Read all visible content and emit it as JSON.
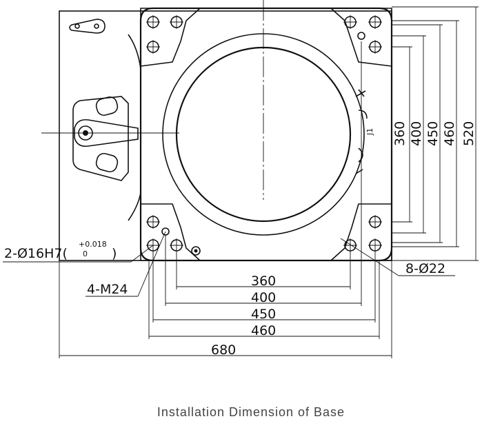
{
  "caption": "Installation Dimension of Base",
  "annotations": {
    "pin_holes": "2-Ø16H7(",
    "tol_upper": "+0.018",
    "tol_lower": "0",
    "tol_close": ")",
    "thread_holes": "4-M24",
    "through_holes": "8-Ø22",
    "axis_label": "J1"
  },
  "horizontal_dims": [
    "360",
    "400",
    "450",
    "460",
    "680"
  ],
  "vertical_dims": [
    "360",
    "400",
    "450",
    "460",
    "520"
  ]
}
